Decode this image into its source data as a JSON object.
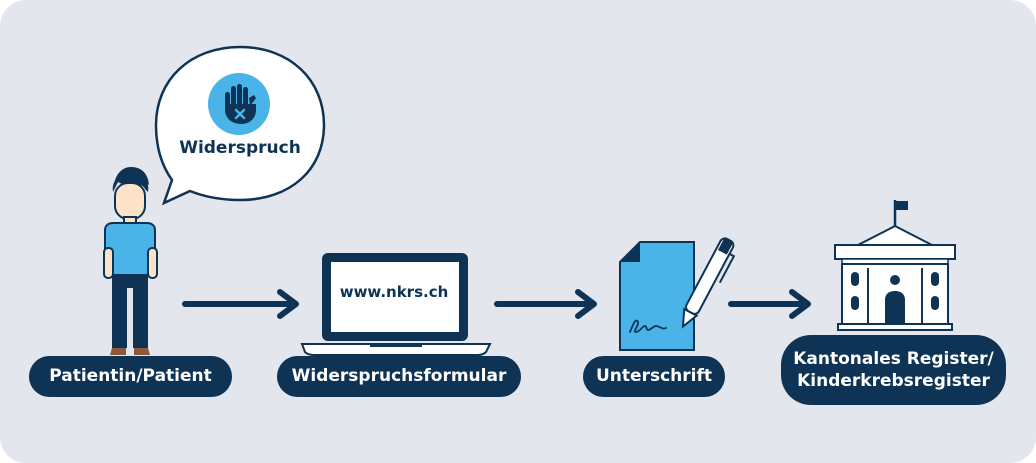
{
  "speech_bubble": {
    "text": "Widerspruch",
    "icon": "stop-hand-icon"
  },
  "laptop": {
    "url": "www.nkrs.ch"
  },
  "steps": [
    {
      "label": "Patientin/Patient",
      "icon": "person-icon"
    },
    {
      "label": "Widerspruchsformular",
      "icon": "laptop-icon"
    },
    {
      "label": "Unterschrift",
      "icon": "signed-document-icon"
    },
    {
      "label_line1": "Kantonales Register/",
      "label_line2": "Kinderkrebsregister",
      "icon": "registry-building-icon"
    }
  ],
  "colors": {
    "background": "#e3e6ec",
    "navy": "#0e3355",
    "accent_blue": "#4ab3e8",
    "white": "#ffffff"
  }
}
